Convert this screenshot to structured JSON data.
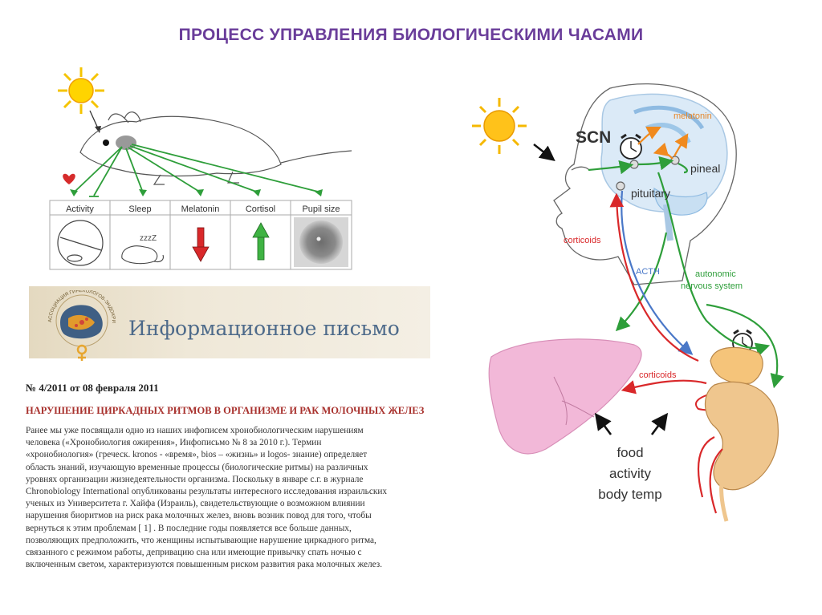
{
  "title": "ПРОЦЕСС УПРАВЛЕНИЯ БИОЛОГИЧЕСКИМИ ЧАСАМИ",
  "mouse_table": {
    "headers": [
      "Activity",
      "Sleep",
      "Melatonin",
      "Cortisol",
      "Pupil size"
    ],
    "sleep_text": "zzzZ"
  },
  "diagram": {
    "labels": {
      "scn": "SCN",
      "melatonin": "melatonin",
      "pineal": "pineal",
      "pituitary": "pituitary",
      "corticoids_left": "corticoids",
      "acth": "ACTH",
      "autonomic_1": "autonomic",
      "autonomic_2": "nervous system",
      "corticoids_lower": "corticoids",
      "food": "food",
      "activity": "activity",
      "body_temp": "body temp"
    },
    "colors": {
      "green": "#2e9e3a",
      "red": "#d9282a",
      "blue": "#4a78c8",
      "orange": "#f08a1e",
      "liver": "#f2b8d8",
      "kidney": "#efc68e"
    }
  },
  "letter": {
    "banner": "Информационное письмо",
    "association": "АССОЦИАЦИЯ ГИНЕКОЛОГОВ-ЭНДОКРИНОЛОГОВ РОССИИ",
    "number": "№ 4/2011 от 08 февраля 2011",
    "heading": "НАРУШЕНИЕ ЦИРКАДНЫХ РИТМОВ В ОРГАНИЗМЕ И РАК МОЛОЧНЫХ ЖЕЛЕЗ",
    "body": [
      "Ранее мы уже посвящали одно из наших инфописем хронобиологическим нарушениям",
      "человека («Хронобиология ожирения», Инфописьмо №  8 за 2010 г.). Термин",
      "«хронобиология» (греческ.  kronos - «время», bios – «жизнь» и logos- знание) определяет",
      "область знаний, изучающую  временные процессы (биологические ритмы) на различных",
      "уровнях организации  жизнедеятельности организма. Поскольку в январе с.г. в журнале",
      "Chronobiology International опубликованы результаты интересного исследования израильских",
      "ученых из Университета г. Хайфа (Израиль), свидетельствующие о возможном влиянии",
      "нарушения биоритмов на риск рака молочных желез, вновь возник повод для того, чтобы",
      "вернуться к этим проблемам  [   1]    . В последние годы появляется все больше данных,",
      "позволяющих предположить, что женщины испытывающие  нарушение циркадного ритма,",
      "связанного с режимом  работы,  депривацию сна или   имеющие привычку спать ночью с",
      "включенным светом, характеризуются повышенным риском развития  рака молочных желез."
    ]
  }
}
